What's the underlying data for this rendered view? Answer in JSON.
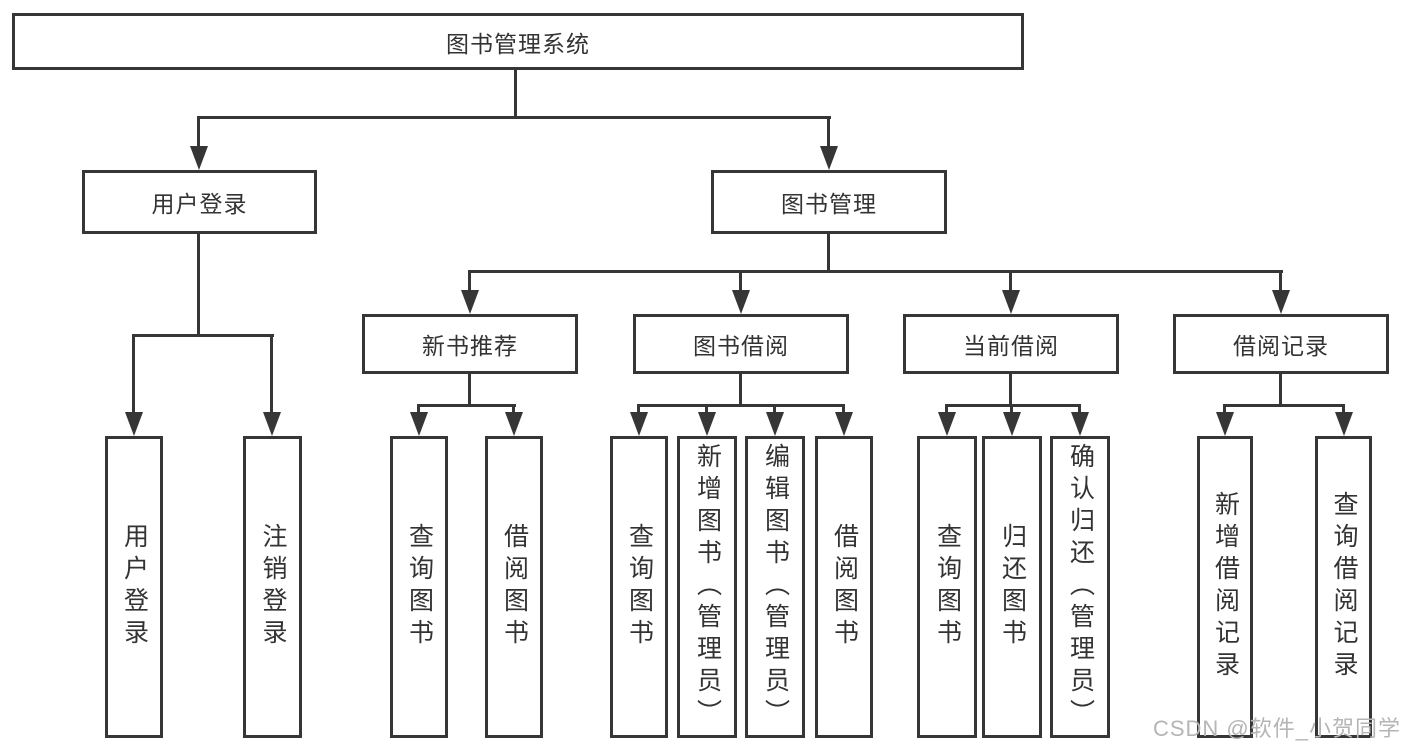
{
  "tree": {
    "root": {
      "label": "图书管理系统"
    },
    "branches": [
      {
        "label": "用户登录",
        "children": [
          {
            "label": "用户登录"
          },
          {
            "label": "注销登录"
          }
        ]
      },
      {
        "label": "图书管理",
        "sections": [
          {
            "label": "新书推荐",
            "children": [
              {
                "label": "查询图书"
              },
              {
                "label": "借阅图书"
              }
            ]
          },
          {
            "label": "图书借阅",
            "children": [
              {
                "label": "查询图书"
              },
              {
                "label": "新增图书（管理员）"
              },
              {
                "label": "编辑图书（管理员）"
              },
              {
                "label": "借阅图书"
              }
            ]
          },
          {
            "label": "当前借阅",
            "children": [
              {
                "label": "查询图书"
              },
              {
                "label": "归还图书"
              },
              {
                "label": "确认归还（管理员）"
              }
            ]
          },
          {
            "label": "借阅记录",
            "children": [
              {
                "label": "新增借阅记录"
              },
              {
                "label": "查询借阅记录"
              }
            ]
          }
        ]
      }
    ]
  },
  "watermark": {
    "text": "CSDN @软件_小贺同学"
  },
  "colors": {
    "line": "#363636",
    "text": "#333333",
    "watermark": "#b5b5b5",
    "background": "#ffffff"
  }
}
